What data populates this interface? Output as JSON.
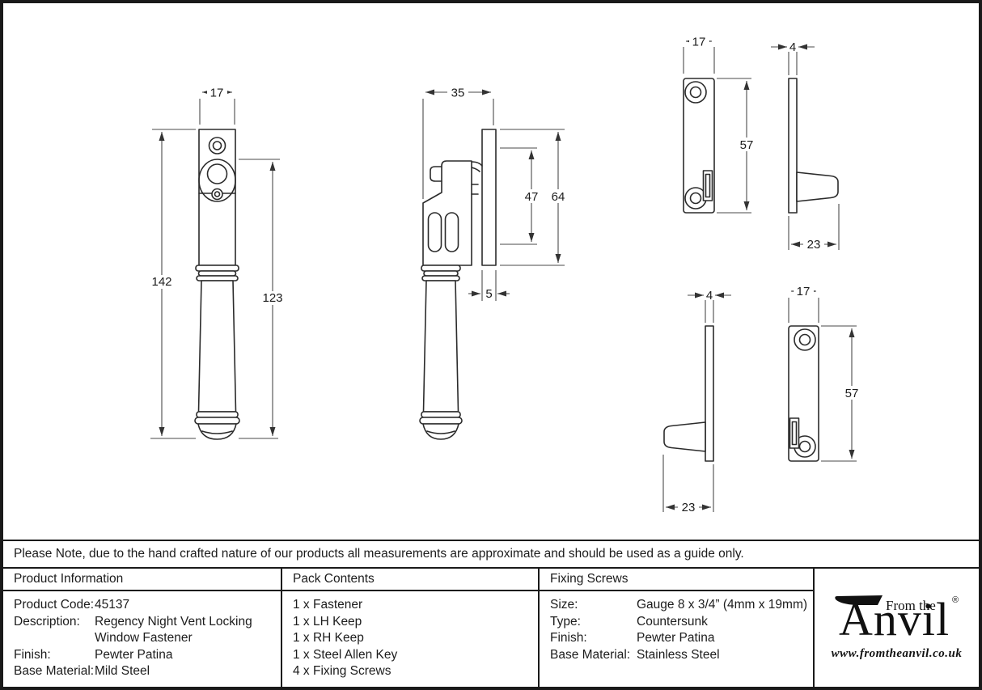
{
  "note": "Please Note, due to the hand crafted nature of our products all measurements are approximate and should be used as a guide only.",
  "product_info": {
    "header": "Product Information",
    "rows": [
      {
        "label": "Product Code:",
        "value": "45137"
      },
      {
        "label": "Description:",
        "value": "Regency Night Vent Locking"
      },
      {
        "label": "",
        "value": "Window Fastener"
      },
      {
        "label": "Finish:",
        "value": "Pewter Patina"
      },
      {
        "label": "Base Material:",
        "value": "Mild Steel"
      }
    ]
  },
  "pack_contents": {
    "header": "Pack Contents",
    "items": [
      "1 x Fastener",
      "1 x LH Keep",
      "1 x RH Keep",
      "1 x Steel Allen Key",
      "4 x Fixing Screws"
    ]
  },
  "fixing_screws": {
    "header": "Fixing Screws",
    "rows": [
      {
        "label": "Size:",
        "value": "Gauge 8 x 3/4” (4mm x 19mm)"
      },
      {
        "label": "Type:",
        "value": "Countersunk"
      },
      {
        "label": "Finish:",
        "value": "Pewter Patina"
      },
      {
        "label": "Base Material:",
        "value": "Stainless Steel"
      }
    ]
  },
  "logo": {
    "tagline": "From the",
    "brand": "Anvil",
    "registered": "®",
    "url": "www.fromtheanvil.co.uk"
  },
  "drawings": {
    "fastener_front": {
      "width": "17",
      "total_height": "142",
      "handle_height": "123"
    },
    "fastener_side": {
      "width": "35",
      "keep_reach": "47",
      "height": "64",
      "plate_thickness": "5"
    },
    "keep_front_rh": {
      "width": "17",
      "height": "57"
    },
    "keep_side_rh": {
      "thickness": "4",
      "projection": "23"
    },
    "keep_side_lh": {
      "thickness": "4",
      "projection": "23"
    },
    "keep_front_lh": {
      "width": "17",
      "height": "57"
    }
  },
  "colors": {
    "line": "#2b2b2b",
    "border": "#1a1a1a",
    "text": "#1c1c1c"
  }
}
